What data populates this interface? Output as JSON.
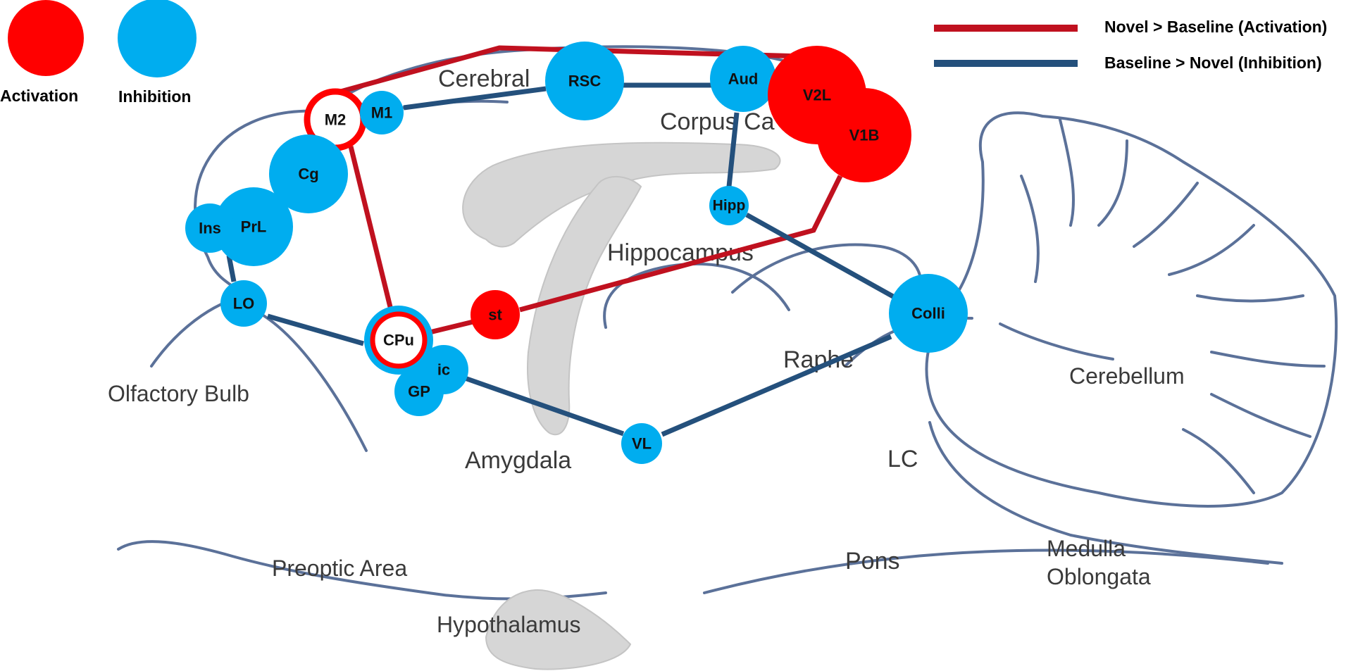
{
  "colors": {
    "activation": "#ff0000",
    "inhibition": "#00adef",
    "activation_line": "#c0111f",
    "inhibition_line": "#24507c",
    "outline": "#5b7199",
    "structure_fill": "#d6d6d6"
  },
  "legend": {
    "activation_label": "Activation",
    "inhibition_label": "Inhibition",
    "activation_line_label": "Novel > Baseline (Activation)",
    "inhibition_line_label": "Baseline > Novel (Inhibition)"
  },
  "regions": {
    "cerebral": "Cerebral",
    "corpus_callosum": "Corpus Ca",
    "hippocampus": "Hippocampus",
    "olfactory_bulb": "Olfactory Bulb",
    "amygdala": "Amygdala",
    "raphe": "Raphe",
    "cerebellum": "Cerebellum",
    "lc": "LC",
    "pons": "Pons",
    "medulla_line1": "Medulla",
    "medulla_line2": "Oblongata",
    "preoptic": "Preoptic Area",
    "hypothalamus": "Hypothalamus"
  },
  "nodes": [
    {
      "id": "M2",
      "label": "M2",
      "type": "ring-activation"
    },
    {
      "id": "M1",
      "label": "M1",
      "type": "inhibition"
    },
    {
      "id": "Cg",
      "label": "Cg",
      "type": "inhibition"
    },
    {
      "id": "PrL",
      "label": "PrL",
      "type": "inhibition"
    },
    {
      "id": "Ins",
      "label": "Ins",
      "type": "inhibition"
    },
    {
      "id": "LO",
      "label": "LO",
      "type": "inhibition"
    },
    {
      "id": "CPu",
      "label": "CPu",
      "type": "ring-both"
    },
    {
      "id": "st",
      "label": "st",
      "type": "activation"
    },
    {
      "id": "ic",
      "label": "ic",
      "type": "inhibition"
    },
    {
      "id": "GP",
      "label": "GP",
      "type": "inhibition"
    },
    {
      "id": "VL",
      "label": "VL",
      "type": "inhibition"
    },
    {
      "id": "RSC",
      "label": "RSC",
      "type": "inhibition"
    },
    {
      "id": "Aud",
      "label": "Aud",
      "type": "inhibition"
    },
    {
      "id": "V2L",
      "label": "V2L",
      "type": "activation"
    },
    {
      "id": "V1B",
      "label": "V1B",
      "type": "activation"
    },
    {
      "id": "Hipp",
      "label": "Hipp",
      "type": "inhibition"
    },
    {
      "id": "Colli",
      "label": "Colli",
      "type": "inhibition"
    }
  ],
  "edges": [
    {
      "from": "M2",
      "to": "RSC",
      "kind": "activation"
    },
    {
      "from": "RSC",
      "to": "V2L",
      "kind": "activation"
    },
    {
      "from": "M2",
      "to": "CPu",
      "kind": "activation"
    },
    {
      "from": "CPu",
      "to": "st",
      "kind": "activation"
    },
    {
      "from": "st",
      "to": "V1B",
      "kind": "activation"
    },
    {
      "from": "M1",
      "to": "RSC",
      "kind": "inhibition"
    },
    {
      "from": "RSC",
      "to": "Aud",
      "kind": "inhibition"
    },
    {
      "from": "Aud",
      "to": "Hipp",
      "kind": "inhibition"
    },
    {
      "from": "Hipp",
      "to": "Colli",
      "kind": "inhibition"
    },
    {
      "from": "Colli",
      "to": "VL",
      "kind": "inhibition"
    },
    {
      "from": "VL",
      "to": "ic",
      "kind": "inhibition"
    },
    {
      "from": "LO",
      "to": "CPu",
      "kind": "inhibition"
    },
    {
      "from": "LO",
      "to": "Ins",
      "kind": "inhibition"
    }
  ]
}
